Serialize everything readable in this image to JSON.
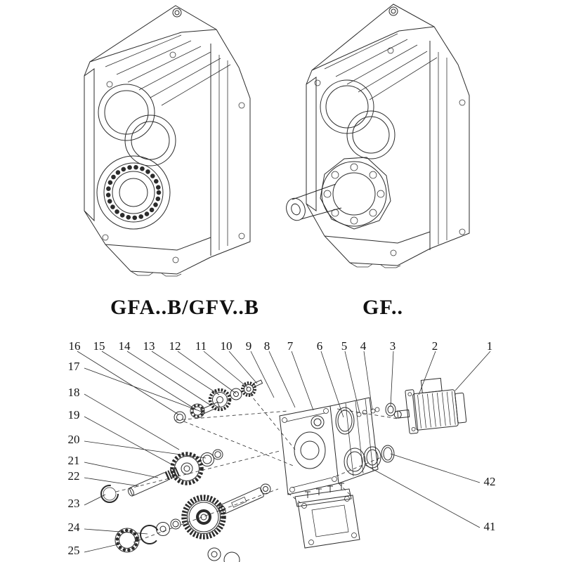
{
  "captions": {
    "left": "GFA..B/GFV..B",
    "right": "GF.."
  },
  "callouts": {
    "top": [
      "16",
      "15",
      "14",
      "13",
      "12",
      "11",
      "10",
      "9",
      "8",
      "7",
      "6",
      "5",
      "4",
      "3",
      "2",
      "1"
    ],
    "left": [
      "17",
      "18",
      "19",
      "20",
      "21",
      "22",
      "23",
      "24",
      "25"
    ],
    "right": [
      "42",
      "41"
    ]
  },
  "colors": {
    "line": "#2b2b2b",
    "background": "#ffffff"
  }
}
